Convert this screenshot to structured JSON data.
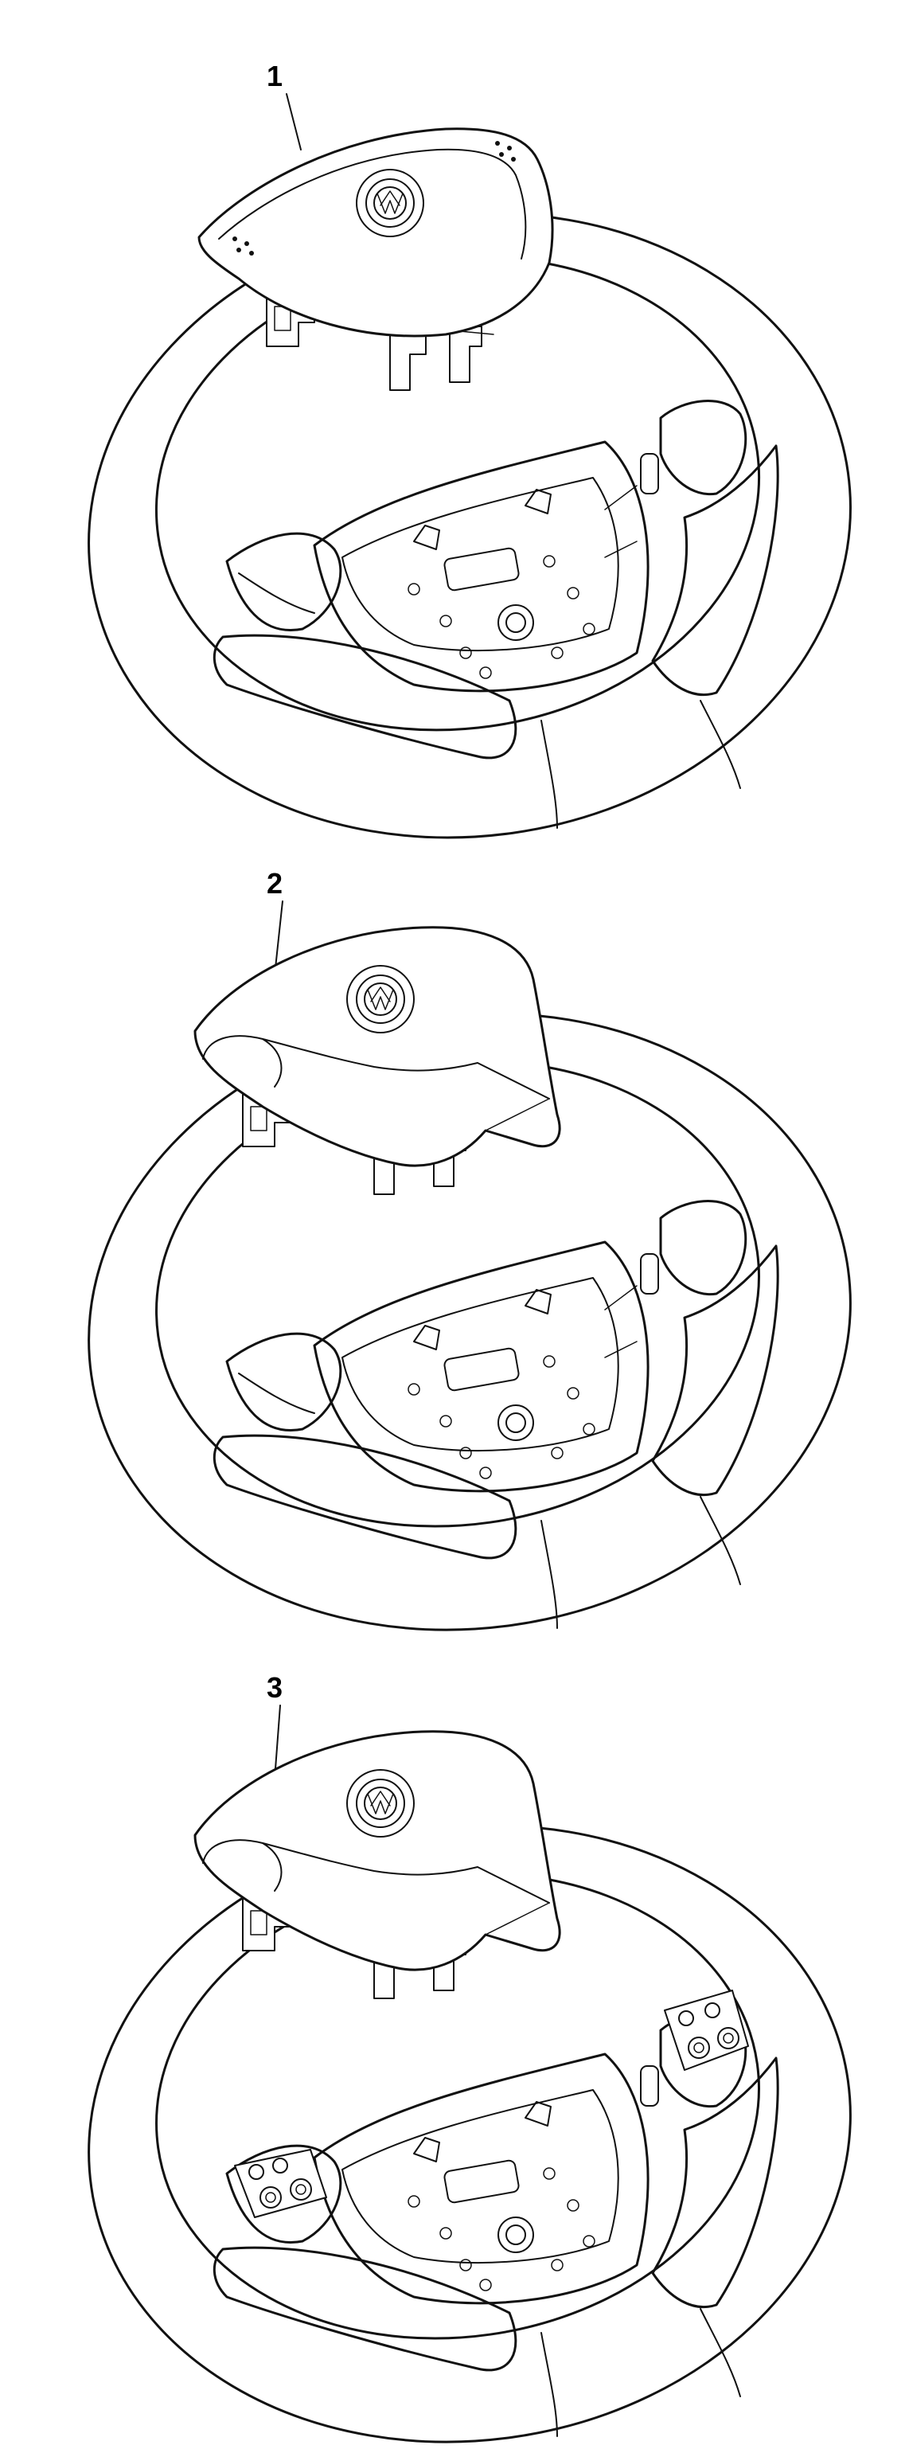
{
  "diagram": {
    "items": [
      {
        "label": "1",
        "variant": "airbag-with-dot-marks",
        "has_wheel_buttons": false
      },
      {
        "label": "2",
        "variant": "airbag-standard",
        "has_wheel_buttons": false
      },
      {
        "label": "3",
        "variant": "airbag-standard",
        "has_wheel_buttons": true
      }
    ]
  }
}
